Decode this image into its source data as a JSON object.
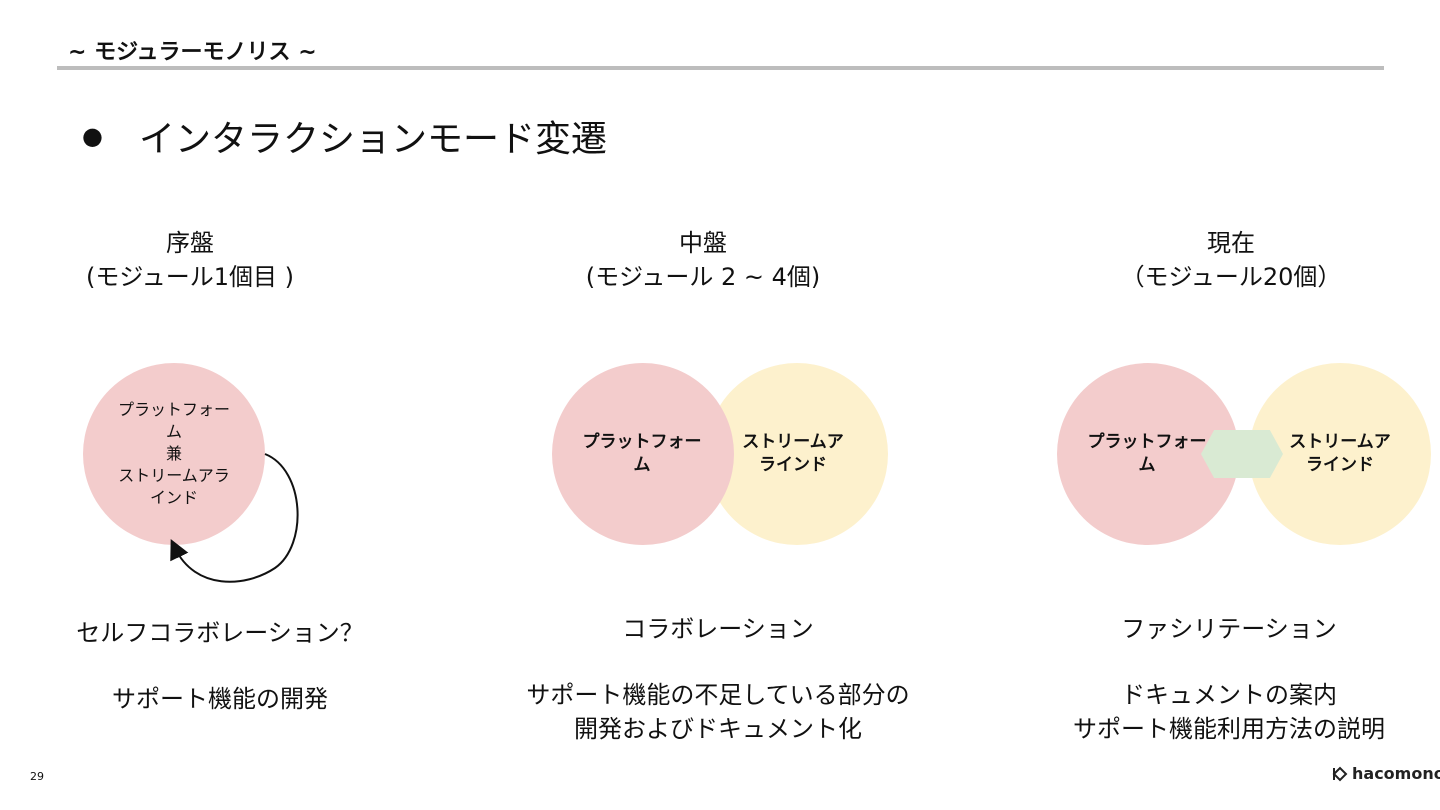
{
  "header": {
    "title": "~ モジュラーモノリス ~"
  },
  "section": {
    "bullet": "●",
    "title": "インタラクションモード変遷"
  },
  "columns": [
    {
      "heading": "序盤",
      "subheading": "(モジュール1個目 )",
      "circle_lines": [
        "プラットフォー",
        "ム",
        "兼",
        "ストリームアラ",
        "インド"
      ],
      "mode": "セルフコラボレーション？",
      "description": [
        "サポート機能の開発"
      ]
    },
    {
      "heading": "中盤",
      "subheading": "(モジュール 2 ~ 4個)",
      "left_circle_lines": [
        "プラットフォー",
        "ム"
      ],
      "right_circle_lines": [
        "ストリームア",
        "ラインド"
      ],
      "mode": "コラボレーション",
      "description": [
        "サポート機能の不足している部分の",
        "開発およびドキュメント化"
      ]
    },
    {
      "heading": "現在",
      "subheading": "（モジュール20個）",
      "left_circle_lines": [
        "プラットフォー",
        "ム"
      ],
      "right_circle_lines": [
        "ストリームア",
        "ラインド"
      ],
      "mode": "ファシリテーション",
      "description": [
        "ドキュメントの案内",
        "サポート機能利用方法の説明"
      ]
    }
  ],
  "footer": {
    "page_number": "29",
    "logo_text": "hacomono",
    "logo_icon": "hacomono-logo-icon"
  },
  "colors": {
    "platform": "#f3cccc",
    "stream_aligned": "#fdf1cd",
    "facilitation": "#d9ead3",
    "rule": "#bdbdbd"
  }
}
